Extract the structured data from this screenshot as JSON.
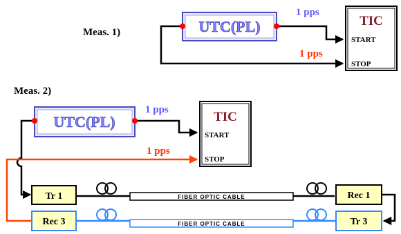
{
  "meas1": {
    "label": "Meas. 1)",
    "utc_label": "UTC(PL)",
    "pps_blue": "1 pps",
    "pps_red": "1 pps",
    "tic": {
      "title": "TIC",
      "start": "START",
      "stop": "STOP"
    }
  },
  "meas2": {
    "label": "Meas. 2)",
    "utc_label": "UTC(PL)",
    "pps_blue": "1 pps",
    "pps_red": "1 pps",
    "tic": {
      "title": "TIC",
      "start": "START",
      "stop": "STOP"
    },
    "link_top": {
      "tx": "Tr 1",
      "cable": "FIBER OPTIC CABLE",
      "rx": "Rec 1"
    },
    "link_bottom": {
      "tx": "Rec 3",
      "cable": "FIBER OPTIC CABLE",
      "rx": "Tr 3"
    }
  },
  "colors": {
    "utc_text": "#8080ff",
    "utc_border": "#4848c0",
    "utc_fill": "#f0f0ff",
    "pps_blue": "#5a5aff",
    "pps_red": "#ff3300",
    "tic_title": "#8b1a2a",
    "node_fill": "#ffffc0",
    "link_red": "#ff4400",
    "link_blue": "#3388ff",
    "junction": "#ff0000"
  }
}
